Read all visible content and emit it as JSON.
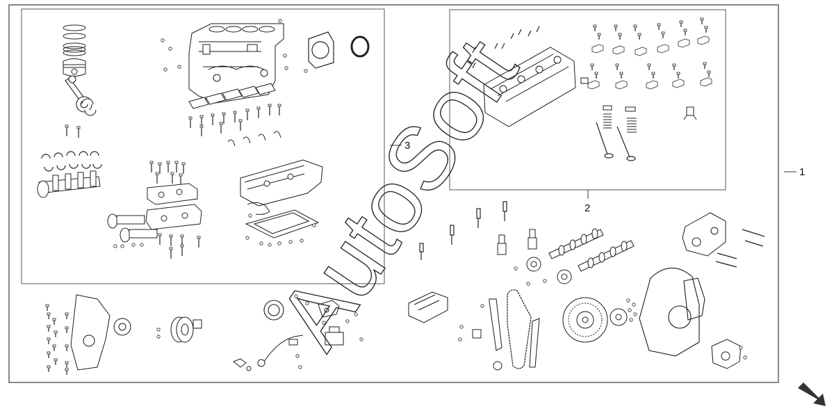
{
  "diagram": {
    "callouts": {
      "assembly_1": "1",
      "assembly_2": "2",
      "assembly_3": "3"
    },
    "watermark": "AutoSoft",
    "colors": {
      "line": "#1a1a1a",
      "frame": "#555555",
      "watermark_stroke": "#2a2a2a",
      "arrow": "#333333"
    }
  }
}
